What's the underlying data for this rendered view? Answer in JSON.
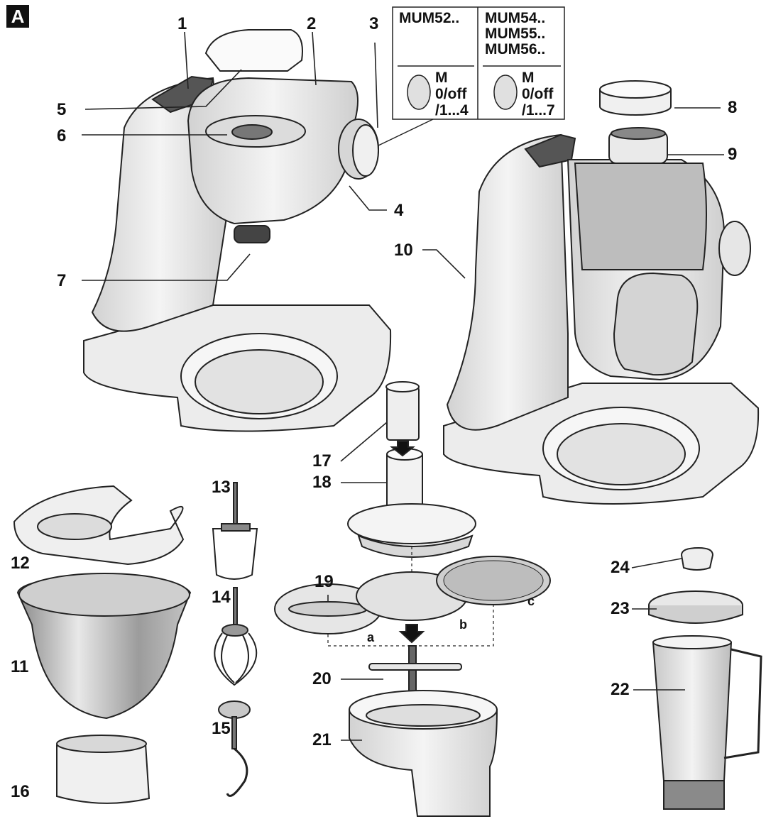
{
  "figure_label": "A",
  "models": {
    "left_header": "MUM52..",
    "right_header": "MUM54..\nMUM55..\nMUM56..",
    "left_setting": "M\n0/off\n/1...4",
    "right_setting": "M\n0/off\n/1...7"
  },
  "parts": [
    {
      "id": "1",
      "label": "1"
    },
    {
      "id": "2",
      "label": "2"
    },
    {
      "id": "3",
      "label": "3"
    },
    {
      "id": "4",
      "label": "4"
    },
    {
      "id": "5",
      "label": "5"
    },
    {
      "id": "6",
      "label": "6"
    },
    {
      "id": "7",
      "label": "7"
    },
    {
      "id": "8",
      "label": "8"
    },
    {
      "id": "9",
      "label": "9"
    },
    {
      "id": "10",
      "label": "10"
    },
    {
      "id": "11",
      "label": "11"
    },
    {
      "id": "12",
      "label": "12"
    },
    {
      "id": "13",
      "label": "13"
    },
    {
      "id": "14",
      "label": "14"
    },
    {
      "id": "15",
      "label": "15"
    },
    {
      "id": "16",
      "label": "16"
    },
    {
      "id": "17",
      "label": "17"
    },
    {
      "id": "18",
      "label": "18"
    },
    {
      "id": "19",
      "label": "19"
    },
    {
      "id": "20",
      "label": "20"
    },
    {
      "id": "21",
      "label": "21"
    },
    {
      "id": "22",
      "label": "22"
    },
    {
      "id": "23",
      "label": "23"
    },
    {
      "id": "24",
      "label": "24"
    }
  ],
  "disc_labels": [
    "a",
    "b",
    "c"
  ],
  "colors": {
    "line": "#222222",
    "body": "#e6e6e6",
    "shade": "#b8b8b8",
    "dark": "#444444",
    "steel": "#9a9a9a"
  }
}
